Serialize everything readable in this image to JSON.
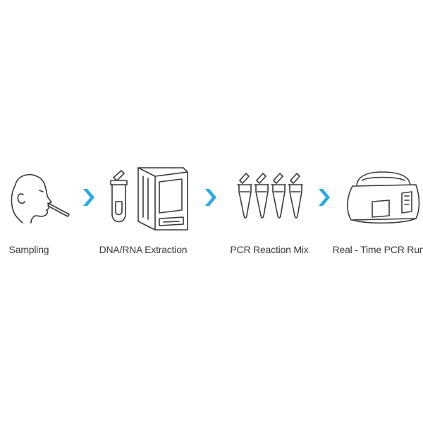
{
  "steps": [
    {
      "label": "Sampling",
      "icon": "person-swab-icon"
    },
    {
      "label": "DNA/RNA Extraction",
      "icon": "extraction-instrument-icon"
    },
    {
      "label": "PCR Reaction Mix",
      "icon": "pcr-tubes-icon"
    },
    {
      "label": "Real - Time PCR Run",
      "icon": "pcr-cycler-icon"
    }
  ],
  "arrows": [
    "chevron-right-icon",
    "chevron-right-icon",
    "chevron-right-icon"
  ],
  "colors": {
    "line": "#3a3a3a",
    "accent": "#29aae2",
    "background": "#ffffff"
  }
}
